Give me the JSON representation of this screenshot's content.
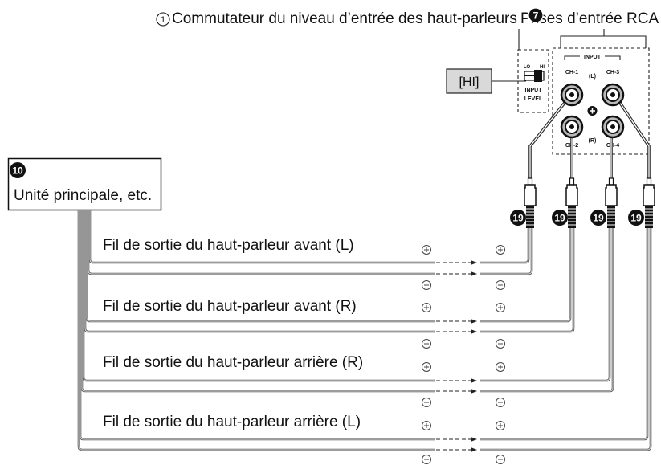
{
  "callouts": {
    "input_level_switch": {
      "number": "1",
      "label": "Commutateur du niveau d’entrée des haut-parleurs"
    },
    "rca_input_jacks": {
      "number": "7",
      "label": "Prises d’entrée RCA"
    },
    "main_unit": {
      "number": "10",
      "label": "Unité principale, etc."
    },
    "rca_cable": {
      "number": "19"
    }
  },
  "switch_position": "[HI]",
  "input_level_switch": {
    "low": "LO",
    "high": "HI",
    "title_line1": "INPUT",
    "title_line2": "LEVEL"
  },
  "rca_panel": {
    "header": "INPUT",
    "top_row": {
      "left": "CH-1",
      "middle": "(L)",
      "right": "CH-3"
    },
    "bottom_row": {
      "left": "CH-2",
      "middle": "(R)",
      "right": "CH-4"
    }
  },
  "speaker_output_wires": [
    {
      "label": "Fil de sortie du haut-parleur avant (L)"
    },
    {
      "label": "Fil de sortie du haut-parleur avant (R)"
    },
    {
      "label": "Fil de sortie du haut-parleur arrière (R)"
    },
    {
      "label": "Fil de sortie du haut-parleur arrière (L)"
    }
  ],
  "polarity_icons": {
    "positive": "plus-terminal-icon",
    "negative": "minus-terminal-icon"
  },
  "colors": {
    "line": "#222222",
    "wire_outline": "#555555",
    "wire_core": "#e4e4e4",
    "setting_box": "#d9d9d9",
    "badge": "#111111"
  }
}
